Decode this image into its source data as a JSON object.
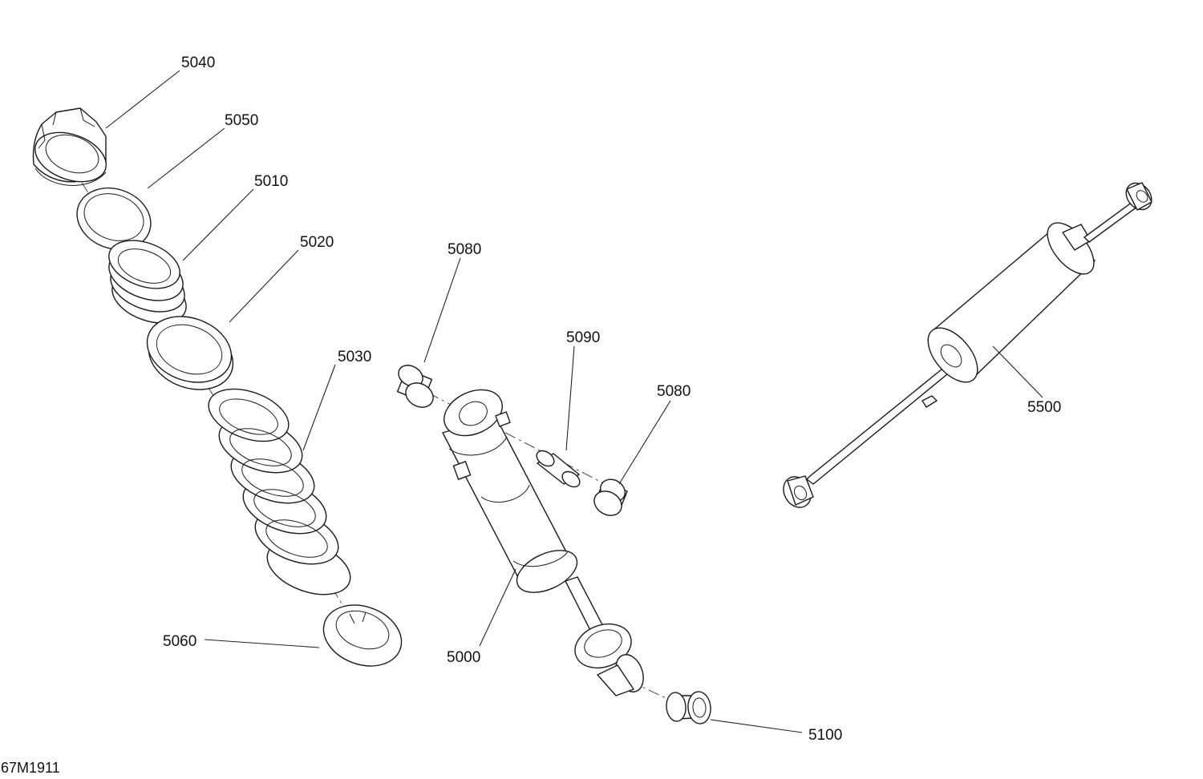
{
  "drawing_id": "67M1911",
  "callouts": {
    "c5040": "5040",
    "c5050": "5050",
    "c5010": "5010",
    "c5020": "5020",
    "c5030": "5030",
    "c5060": "5060",
    "c5080a": "5080",
    "c5090": "5090",
    "c5080b": "5080",
    "c5000": "5000",
    "c5100": "5100",
    "c5500": "5500"
  }
}
